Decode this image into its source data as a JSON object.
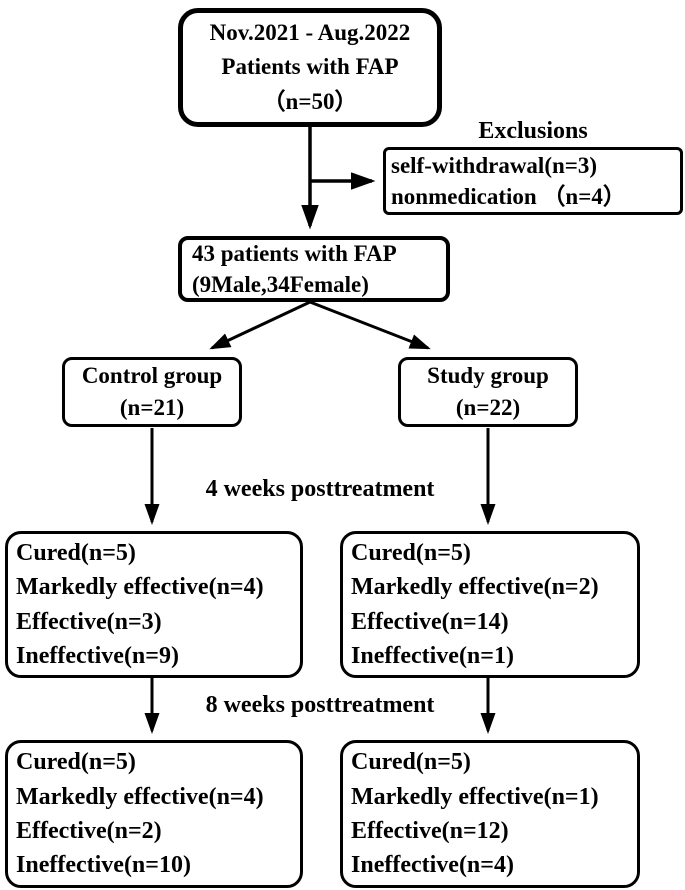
{
  "colors": {
    "line": "#000000",
    "background": "#ffffff",
    "text": "#000000"
  },
  "flowchart": {
    "enrollment_box": {
      "lines": [
        "Nov.2021 - Aug.2022",
        "Patients with FAP",
        "（n=50）"
      ]
    },
    "exclusions": {
      "title": "Exclusions",
      "lines": [
        "self-withdrawal(n=3)",
        "nonmedication （n=4）"
      ]
    },
    "included_box": {
      "lines": [
        "43 patients with FAP",
        "(9Male,34Female)"
      ]
    },
    "control_box": {
      "lines": [
        "Control group",
        "(n=21)"
      ]
    },
    "study_box": {
      "lines": [
        "Study group",
        "(n=22)"
      ]
    },
    "week4_label": "4 weeks posttreatment",
    "week8_label": "8 weeks posttreatment",
    "control_week4": {
      "lines": [
        "Cured(n=5)",
        "Markedly effective(n=4)",
        "Effective(n=3)",
        "Ineffective(n=9)"
      ]
    },
    "study_week4": {
      "lines": [
        "Cured(n=5)",
        "Markedly effective(n=2)",
        "Effective(n=14)",
        "Ineffective(n=1)"
      ]
    },
    "control_week8": {
      "lines": [
        "Cured(n=5)",
        "Markedly effective(n=4)",
        "Effective(n=2)",
        "Ineffective(n=10)"
      ]
    },
    "study_week8": {
      "lines": [
        "Cured(n=5)",
        "Markedly effective(n=1)",
        "Effective(n=12)",
        "Ineffective(n=4)"
      ]
    }
  }
}
